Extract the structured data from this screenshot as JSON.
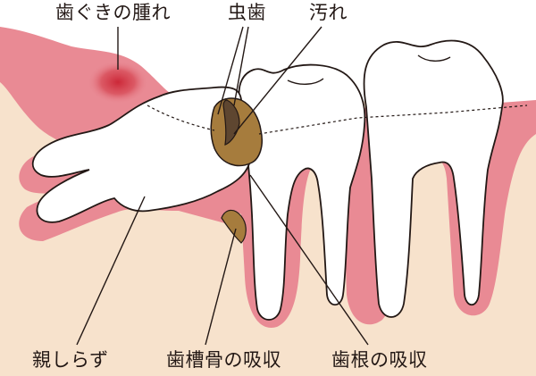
{
  "labels": {
    "gum_swelling": "歯ぐきの腫れ",
    "caries": "虫歯",
    "plaque": "汚れ",
    "wisdom_tooth": "親しらず",
    "alveolar_bone_resorption": "歯槽骨の吸収",
    "root_resorption": "歯根の吸収"
  },
  "colors": {
    "bone": "#f7e2cc",
    "gum": "#e98a94",
    "gum_swelling": "#cc2838",
    "tooth": "#ffffff",
    "outline": "#231815",
    "decay": "#a67c3d",
    "plaque": "#5e4630"
  }
}
